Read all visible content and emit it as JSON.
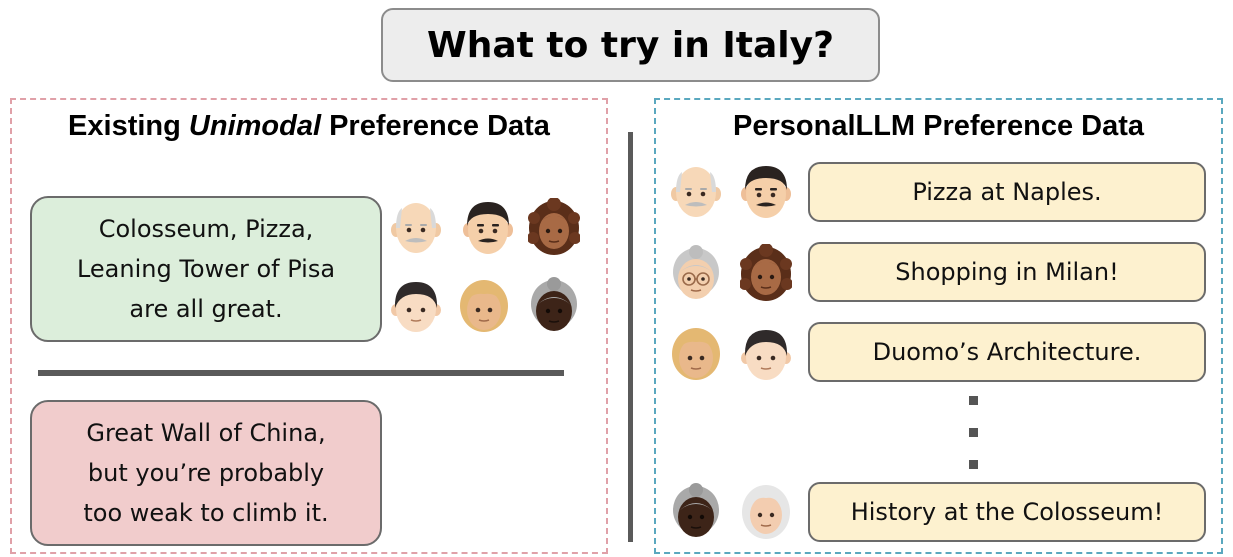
{
  "title": "What to try in Italy?",
  "left_panel": {
    "title_prefix": "Existing ",
    "title_emphasis": "Unimodal",
    "title_suffix": " Preference Data",
    "preferred_response": {
      "lines": [
        "Colosseum, Pizza,",
        "Leaning Tower of Pisa",
        "are all great."
      ]
    },
    "rejected_response": {
      "lines": [
        "Great Wall of China,",
        "but you’re probably",
        "too weak to climb it."
      ]
    },
    "personas": [
      "old-man-icon",
      "man-icon",
      "woman-curly-dark-icon",
      "boy-icon",
      "blonde-person-icon",
      "old-woman-dark-icon"
    ]
  },
  "right_panel": {
    "title": "PersonalLLM Preference Data",
    "rows": [
      {
        "text": "Pizza at Naples.",
        "personas": [
          "old-man-icon",
          "man-icon"
        ]
      },
      {
        "text": "Shopping in Milan!",
        "personas": [
          "old-woman-icon",
          "woman-curly-dark-icon"
        ]
      },
      {
        "text": "Duomo’s Architecture.",
        "personas": [
          "blonde-person-icon",
          "boy-icon"
        ]
      },
      {
        "text": "History at the Colosseum!",
        "personas": [
          "old-woman-dark-icon",
          "white-haired-woman-icon"
        ]
      }
    ]
  },
  "colors": {
    "left_border": "#e0a0a8",
    "right_border": "#5aa8bf",
    "preferred_fill": "#dceedb",
    "rejected_fill": "#f1cccc",
    "option_fill": "#fdf1cf"
  }
}
